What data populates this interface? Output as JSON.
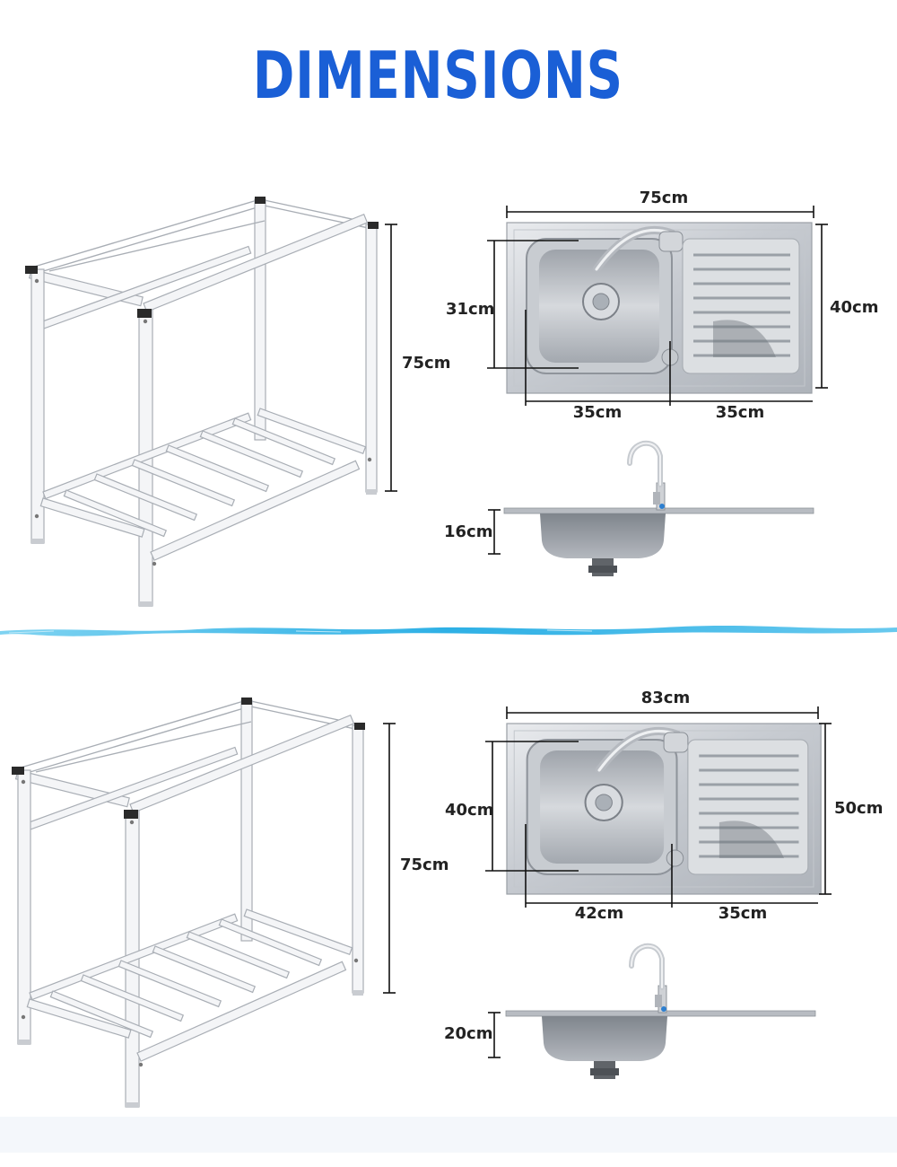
{
  "header": {
    "title": "DIMENSIONS"
  },
  "colors": {
    "title": "#1a5fd6",
    "divider": "#3ab4e6"
  },
  "model_top": {
    "sink_length": "75cm",
    "sink_width": "40cm",
    "bowl_width": "31cm",
    "bowl_length": "35cm",
    "drainer_length": "35cm",
    "stand_height": "75cm",
    "bowl_depth": "16cm"
  },
  "model_bottom": {
    "sink_length": "83cm",
    "sink_width": "50cm",
    "bowl_width": "40cm",
    "bowl_length": "42cm",
    "drainer_length": "35cm",
    "stand_height": "75cm",
    "bowl_depth": "20cm"
  }
}
